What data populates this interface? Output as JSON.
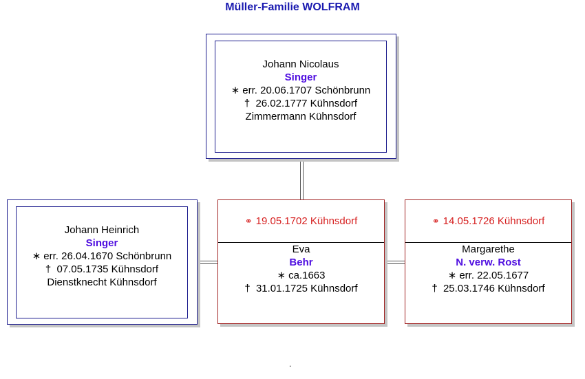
{
  "title": "Müller-Familie WOLFRAM",
  "father": {
    "given": "Johann Nicolaus",
    "surname": "Singer",
    "birth": "err. 20.06.1707 Schönbrunn",
    "death": "26.02.1777 Kühnsdorf",
    "occupation": "Zimmermann Kühnsdorf"
  },
  "grandfather": {
    "given": "Johann Heinrich",
    "surname": "Singer",
    "birth": "err. 26.04.1670 Schönbrunn",
    "death": "07.05.1735 Kühnsdorf",
    "occupation": "Dienstknecht Kühnsdorf"
  },
  "spouse1": {
    "marriage": "19.05.1702 Kühnsdorf",
    "given": "Eva",
    "surname": "Behr",
    "birth": "ca.1663",
    "death": "31.01.1725 Kühnsdorf"
  },
  "spouse2": {
    "marriage": "14.05.1726 Kühnsdorf",
    "given": "Margarethe",
    "surname": "N. verw. Rost",
    "birth": "err. 22.05.1677",
    "death": "25.03.1746 Kühnsdorf"
  },
  "symbols": {
    "birth": "∗",
    "death": "†",
    "marriage": "⚭"
  },
  "colors": {
    "title": "#1a1ab0",
    "surname": "#5010e0",
    "marriage": "#d62020",
    "person_border": "#1a1a8c",
    "spouse_border": "#a02020"
  }
}
